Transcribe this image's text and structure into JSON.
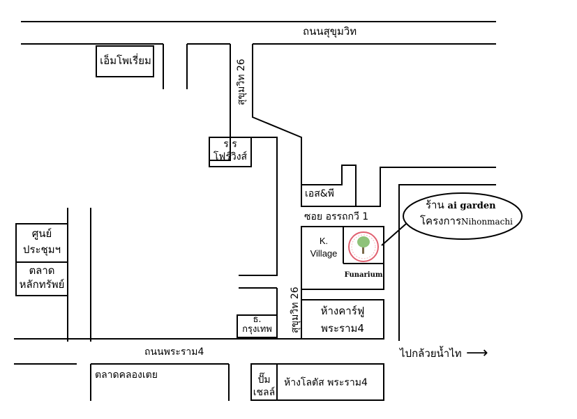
{
  "roads": {
    "sukhumvit": "ถนนสุขุมวิท",
    "sukhumvit26_top": "สุขุมวิท 26",
    "sukhumvit26_bottom": "สุขุมวิท 26",
    "rama4": "ถนนพระราม4",
    "soi_aree": "ซอย อรรถกวี 1",
    "to_kluaynamthai": "ไปกล้วยน้ำไท",
    "arrow": "⟶"
  },
  "places": {
    "emporium": "เอ็มโพเรี่ยม",
    "four_wings_l1": "ร.ร",
    "four_wings_l2": "โฟร์วิงส์",
    "s_and_p": "เอส&พี",
    "convention_l1": "ศูนย์",
    "convention_l2": "ประชุมฯ",
    "stock_market_l1": "ตลาด",
    "stock_market_l2": "หลักทรัพย์",
    "k_village_l1": "K.",
    "k_village_l2": "Village",
    "funarium": "Funarium",
    "bangkok_bank_l1": "ธ.",
    "bangkok_bank_l2": "กรุงเทพ",
    "carrefour_l1": "ห้างคาร์ฟู",
    "carrefour_l2": "พระราม4",
    "khlong_toei_market": "ตลาดคลองเตย",
    "shell_l1": "ปั๊ม",
    "shell_l2": "เชลล์",
    "lotus": "ห้างโลตัส พระราม4"
  },
  "callout": {
    "line1_thai": "ร้าน",
    "line1_en": "ai garden",
    "line2_thai": "โครงการ",
    "line2_en": "Nihonmachi"
  },
  "colors": {
    "line": "#000000",
    "logo_ring": "#e06070",
    "logo_tree": "#8fc27a"
  }
}
